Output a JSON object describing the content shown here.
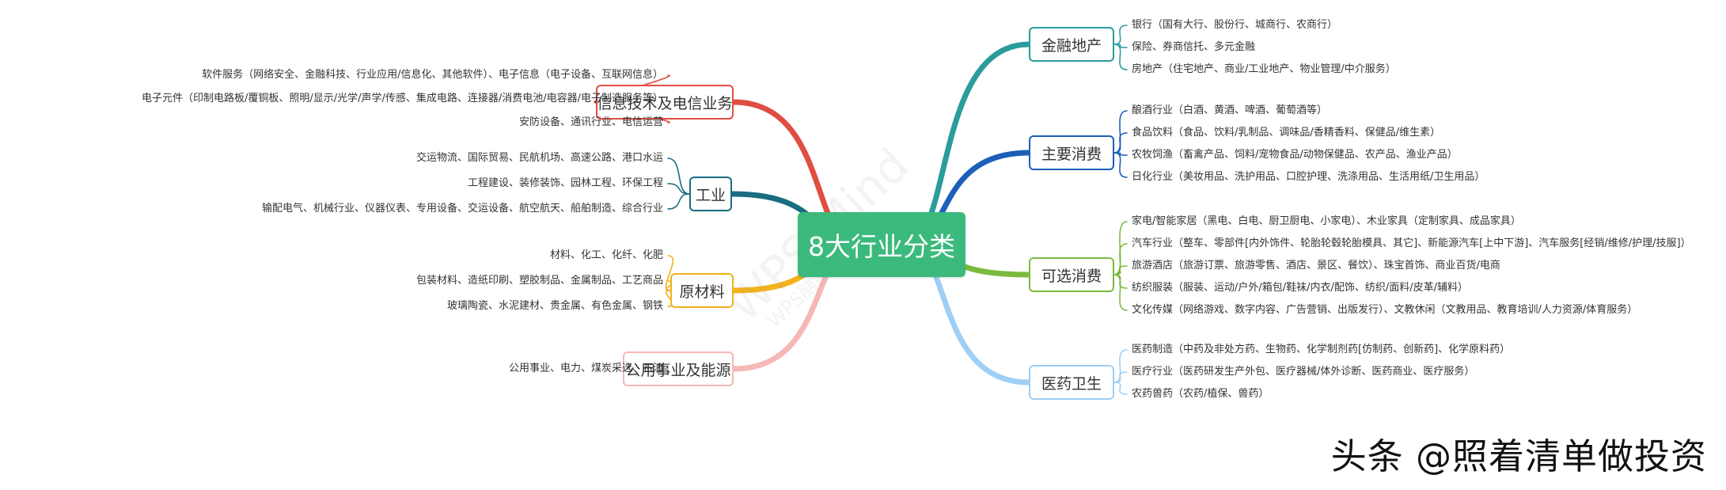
{
  "title": "8大行业分类",
  "watermark": {
    "main": "WPS Mind",
    "sub": "WPS脑图 助力"
  },
  "footer": "头条 @照着清单做投资",
  "colors": {
    "central": "#3cba7d"
  },
  "right_branches": [
    {
      "label": "金融地产",
      "color": "#2a9c9c",
      "leaves": [
        "银行（国有大行、股份行、城商行、农商行）",
        "保险、券商信托、多元金融",
        "房地产（住宅地产、商业/工业地产、物业管理/中介服务）"
      ]
    },
    {
      "label": "主要消费",
      "color": "#1d5fb8",
      "leaves": [
        "酿酒行业（白酒、黄酒、啤酒、葡萄酒等）",
        "食品饮料（食品、饮料/乳制品、调味品/香精香料、保健品/维生素）",
        "农牧饲渔（畜禽产品、饲料/宠物食品/动物保健品、农产品、渔业产品）",
        "日化行业（美妆用品、洗护用品、口腔护理、洗涤用品、生活用纸/卫生用品）"
      ]
    },
    {
      "label": "可选消费",
      "color": "#7cba3f",
      "leaves": [
        "家电/智能家居（黑电、白电、厨卫厨电、小家电）、木业家具（定制家具、成品家具）",
        "汽车行业（整车、零部件[内外饰件、轮胎轮毂轮胎模具、其它]、新能源汽车[上中下游]、汽车服务[经销/维修/护理/技服]）",
        "旅游酒店（旅游订票、旅游零售、酒店、景区、餐饮）、珠宝首饰、商业百货/电商",
        "纺织服装（服装、运动/户外/箱包/鞋袜/内衣/配饰、纺织/面料/皮革/辅料）",
        "文化传媒（网络游戏、数字内容、广告营销、出版发行）、文教休闲（文教用品、教育培训/人力资源/体育服务）"
      ]
    },
    {
      "label": "医药卫生",
      "color": "#9fcff5",
      "leaves": [
        "医药制造（中药及非处方药、生物药、化学制剂药[仿制药、创新药]、化学原料药）",
        "医疗行业（医药研发生产外包、医疗器械/体外诊断、医药商业、医疗服务）",
        "农药兽药（农药/植保、兽药）"
      ]
    }
  ],
  "left_branches": [
    {
      "label": "信息技术及电信业务",
      "color": "#e04e43",
      "leaves": [
        "软件服务（网络安全、金融科技、行业应用/信息化、其他软件）、电子信息（电子设备、互联网信息）",
        "电子元件（印制电路板/覆铜板、照明/显示/光学/声学/传感、集成电路、连接器/消费电池/电容器/电子制造服务等）",
        "安防设备、通讯行业、电信运营"
      ]
    },
    {
      "label": "工业",
      "color": "#1a6d80",
      "leaves": [
        "交运物流、国际贸易、民航机场、高速公路、港口水运",
        "工程建设、装修装饰、园林工程、环保工程",
        "输配电气、机械行业、仪器仪表、专用设备、交运设备、航空航天、船舶制造、综合行业"
      ]
    },
    {
      "label": "原材料",
      "color": "#f2b21a",
      "leaves": [
        "材料、化工、化纤、化肥",
        "包装材料、造纸印刷、塑胶制品、金属制品、工艺商品",
        "玻璃陶瓷、水泥建材、贵金属、有色金属、钢铁"
      ]
    },
    {
      "label": "公用事业及能源",
      "color": "#f6b7b7",
      "leaves": [
        "公用事业、电力、煤炭采选、石油"
      ]
    }
  ]
}
